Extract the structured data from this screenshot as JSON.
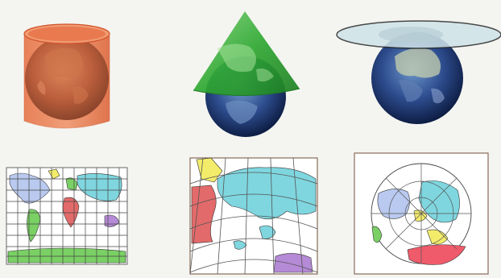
{
  "figure": {
    "background": "#f4f5f1",
    "panels": [
      {
        "id": "cylindrical-projection",
        "surface": "cylinder",
        "surface_color": "#e07a4e",
        "globe_tint": "#a24a2e"
      },
      {
        "id": "conic-projection",
        "surface": "cone",
        "surface_color": "#3fae3a",
        "globe_tint": "#2e4d8f"
      },
      {
        "id": "azimuthal-projection",
        "surface": "plane",
        "surface_color": "#cfe3e8",
        "globe_tint": "#2e4d8f"
      }
    ],
    "maps": [
      {
        "id": "cylindrical-map",
        "grid": "rectangular"
      },
      {
        "id": "conic-map",
        "grid": "curved"
      },
      {
        "id": "azimuthal-map",
        "grid": "polar"
      }
    ],
    "palette": {
      "ocean": "#ffffff",
      "asia": "#7fd6df",
      "north_america": "#b9c9ef",
      "europe": "#f3ec6a",
      "south_america": "#7ad064",
      "africa": "#e36a6a",
      "antarctica_pink": "#ef5b6b",
      "australia": "#b58ad6",
      "grid": "#555555"
    }
  }
}
